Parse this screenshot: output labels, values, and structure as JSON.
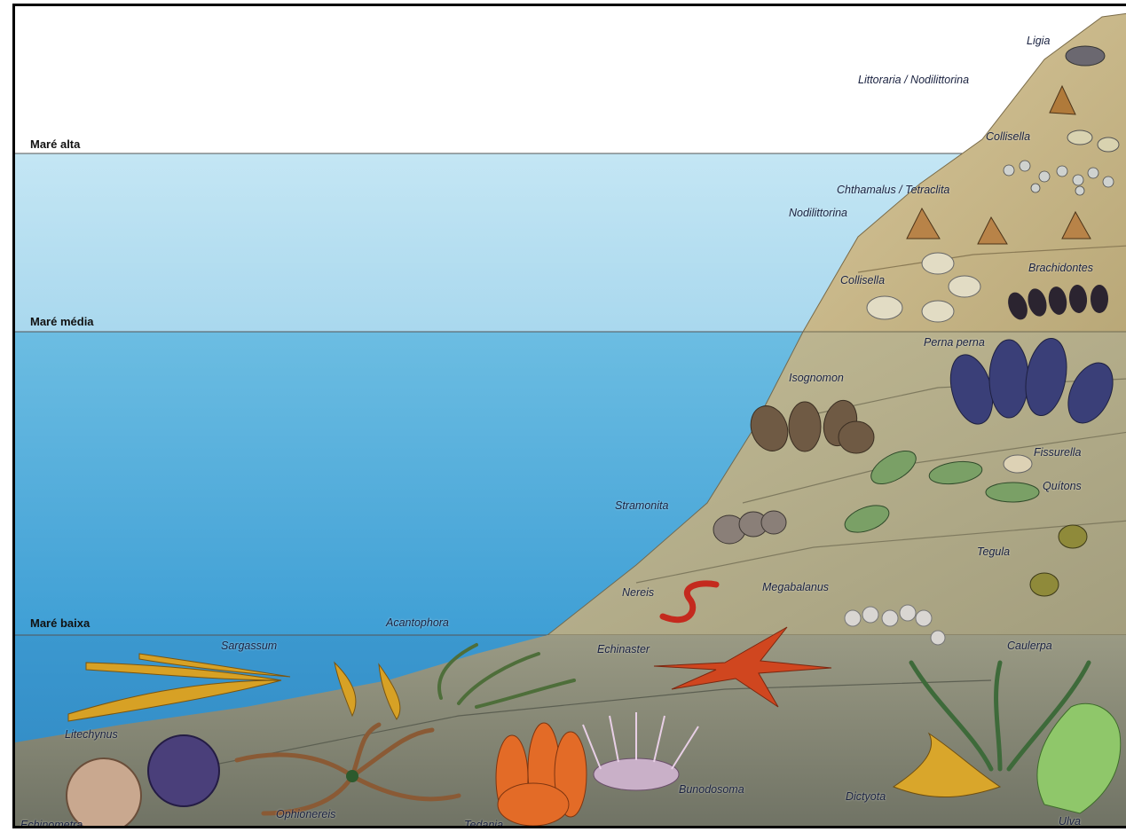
{
  "tide_levels": {
    "high": "Maré alta",
    "mid": "Maré média",
    "low": "Maré baixa"
  },
  "organisms": {
    "ligia": "Ligia",
    "littoraria": "Littoraria / Nodilittorina",
    "collisella_top": "Collisella",
    "chthamalus": "Chthamalus / Tetraclita",
    "nodilittorina": "Nodilittorina",
    "collisella_mid": "Collisella",
    "brachidontes": "Brachidontes",
    "perna": "Perna perna",
    "isognomon": "Isognomon",
    "fissurella": "Fissurella",
    "quitons": "Quítons",
    "stramonita": "Stramonita",
    "tegula": "Tegula",
    "nereis": "Nereis",
    "megabalanus": "Megabalanus",
    "acantophora": "Acantophora",
    "sargassum": "Sargassum",
    "echinaster": "Echinaster",
    "caulerpa": "Caulerpa",
    "litechynus": "Litechynus",
    "bunodosoma": "Bunodosoma",
    "dictyota": "Dictyota",
    "ophionereis": "Ophionereis",
    "echinometra": "Echinometra",
    "tedania": "Tedania",
    "ulva": "Ulva"
  },
  "colors": {
    "upper_water": "#b9dff0",
    "mid_water": "#5fb4dc",
    "low_water": "#3e9fd4",
    "rock_light": "#cdbb90",
    "rock_mid": "#b8b08a",
    "seafloor": "#8c8c78"
  }
}
